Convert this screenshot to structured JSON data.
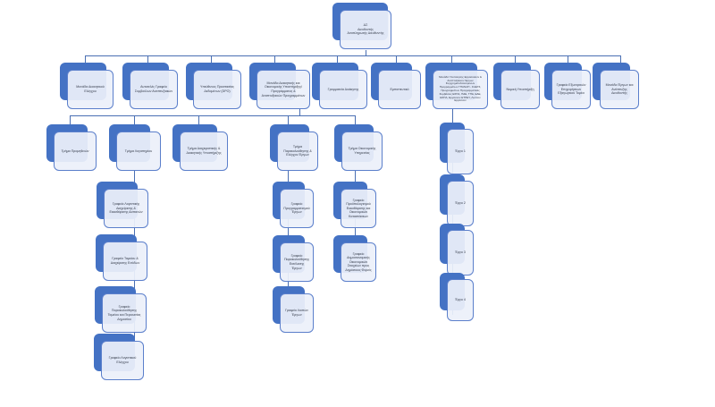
{
  "diagram": {
    "type": "organizational-chart",
    "colors": {
      "shape_back": "#4472c4",
      "shape_front": "#ecf0fa",
      "border": "#5b7fcb",
      "connector": "#4a6fb3"
    },
    "root": {
      "id": "root",
      "label": "ΔΣ\nΔιευθυντής\nΑναπληρωτής Διευθυντής"
    },
    "level1": [
      {
        "id": "n1",
        "label": "Μονάδα Διοικητικού Ελέγχου"
      },
      {
        "id": "n2",
        "label": "Αυτοτελές Γραφείο Συμβούλων Αναπτυξιακών"
      },
      {
        "id": "n3",
        "label": "Υπεύθυνος Προστασίας Δεδομένων (DPO)"
      },
      {
        "id": "n4",
        "label": "Μονάδα Διοικητικής και Οικονομικής Υποστήριξης/Προγράμματος & Αναπτυξιακών Προγραμμάτων"
      },
      {
        "id": "n5",
        "label": "Γραμματεία Διοίκησης"
      },
      {
        "id": "n6",
        "label": "Εμπιστευτικό"
      },
      {
        "id": "n7",
        "label": "Μονάδα Υλοποίησης Εργασιακών & Αναπτυξιακών Έργων Συγχρηματοδοτούμενων Προγραμμάτων ΓΠΑΝΑΠ - ΣΑΕΓΣ, Προγραμμάτων Προγραμματικές Συμβάσεις ΕΣΠΑ, ΠΔΕ, ΤΠΔ, ΕΔΕ, ΕΣΠΑ, Εργασιών ΕΤΠΕΥ, Λοιπών Εργασιών"
      },
      {
        "id": "n8",
        "label": "Νομική Υποστήριξη"
      },
      {
        "id": "n9",
        "label": "Γραφείο Εξωτερικών Επιχειρήσεων Εξαγωγικού Τομέα"
      },
      {
        "id": "n10",
        "label": "Μονάδα Έργων και Ανάπτυξης Διευθυντής"
      }
    ],
    "level2": [
      {
        "id": "m1",
        "parent": "n4",
        "label": "Τμήμα Προμηθειών"
      },
      {
        "id": "m2",
        "parent": "n4",
        "label": "Τμήμα Λογιστηρίου"
      },
      {
        "id": "m3",
        "parent": "n4",
        "label": "Τμήμα Διαχειριστικής & Διοικητικής Υποστήριξης"
      },
      {
        "id": "m4",
        "parent": "n4",
        "label": "Τμήμα Παρακολούθησης & Ελέγχου Έργων"
      },
      {
        "id": "m5",
        "parent": "n4",
        "label": "Τμήμα Οικονομικής Υπηρεσίας"
      }
    ],
    "level3": [
      {
        "id": "k1",
        "parent": "m2",
        "label": "Γραφείο Λογιστικής Διαχείρισης & Εκκαθάρισης Δαπανών"
      },
      {
        "id": "k2",
        "parent": "m2",
        "label": "Γραφείο Ταμείου & Διαχείρισης Εσόδων"
      },
      {
        "id": "k3",
        "parent": "m2",
        "label": "Γραφείο Παρακολούθησης Ταμείου και Περιουσίας Δημοσίου"
      },
      {
        "id": "k4",
        "parent": "m2",
        "label": "Γραφείο Λογιστικού Ελέγχου"
      },
      {
        "id": "k5",
        "parent": "m4",
        "label": "Γραφείο Προγραμματισμού Έργων"
      },
      {
        "id": "k6",
        "parent": "m4",
        "label": "Γραφείο Παρακολούθησης Εκτέλεσης Έργων"
      },
      {
        "id": "k7",
        "parent": "m4",
        "label": "Γραφείο Λοιπών Έργων"
      },
      {
        "id": "k8",
        "parent": "m5",
        "label": "Γραφείο Προϋπολογισμού Εκκαθάρισης και Οικονομικών Καταστάσεων"
      },
      {
        "id": "k9",
        "parent": "m5",
        "label": "Γραφείο Δημοσιονομικής Οικονομικών Στοιχείων προς Δημόσιους Φορείς"
      },
      {
        "id": "p1",
        "parent": "n7",
        "label": "Έργο 1"
      },
      {
        "id": "p2",
        "parent": "n7",
        "label": "Έργο 2"
      },
      {
        "id": "p3",
        "parent": "n7",
        "label": "Έργο 3"
      },
      {
        "id": "p4",
        "parent": "n7",
        "label": "Έργο 4"
      }
    ]
  }
}
